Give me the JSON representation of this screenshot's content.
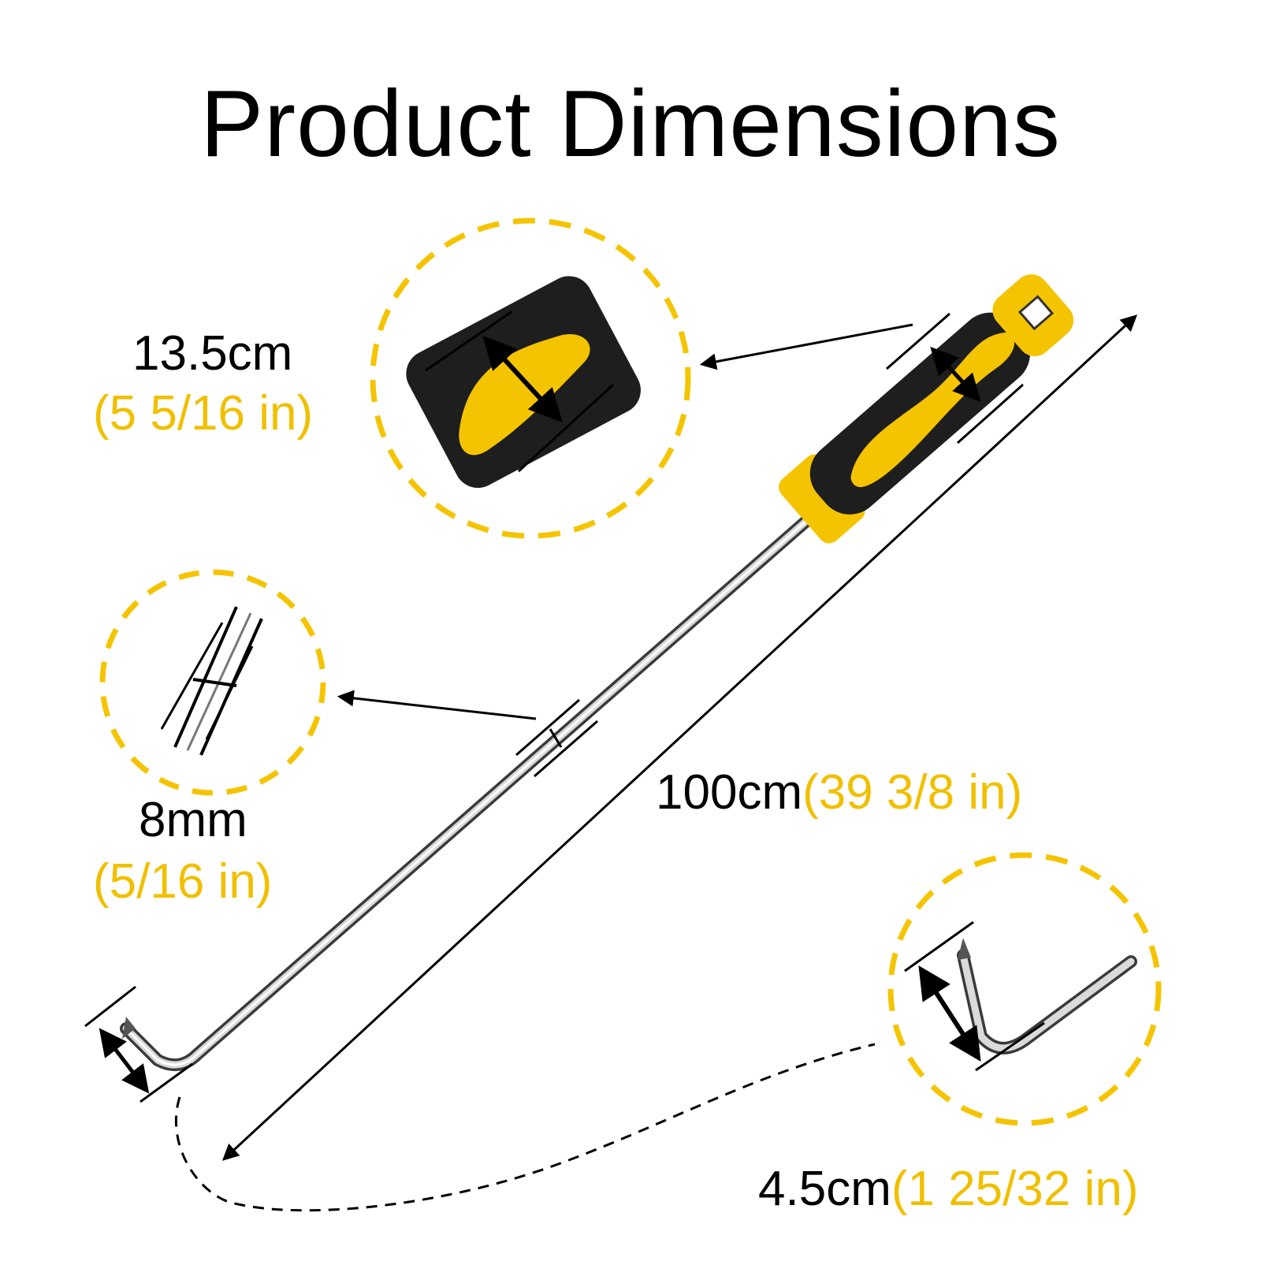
{
  "title": "Product Dimensions",
  "colors": {
    "accent": "#f5c400",
    "handle": "#1a1a1a",
    "shaft": "#c8c8c8",
    "line": "#000000"
  },
  "dimensions": {
    "handle": {
      "metric": "13.5cm",
      "imperial": "(5 5/16 in)"
    },
    "shaft_diameter": {
      "metric": "8mm",
      "imperial": "(5/16 in)"
    },
    "total_length": {
      "metric": "100cm",
      "imperial": "(39 3/8 in)"
    },
    "hook": {
      "metric": "4.5cm",
      "imperial": "(1 25/32 in)"
    }
  }
}
